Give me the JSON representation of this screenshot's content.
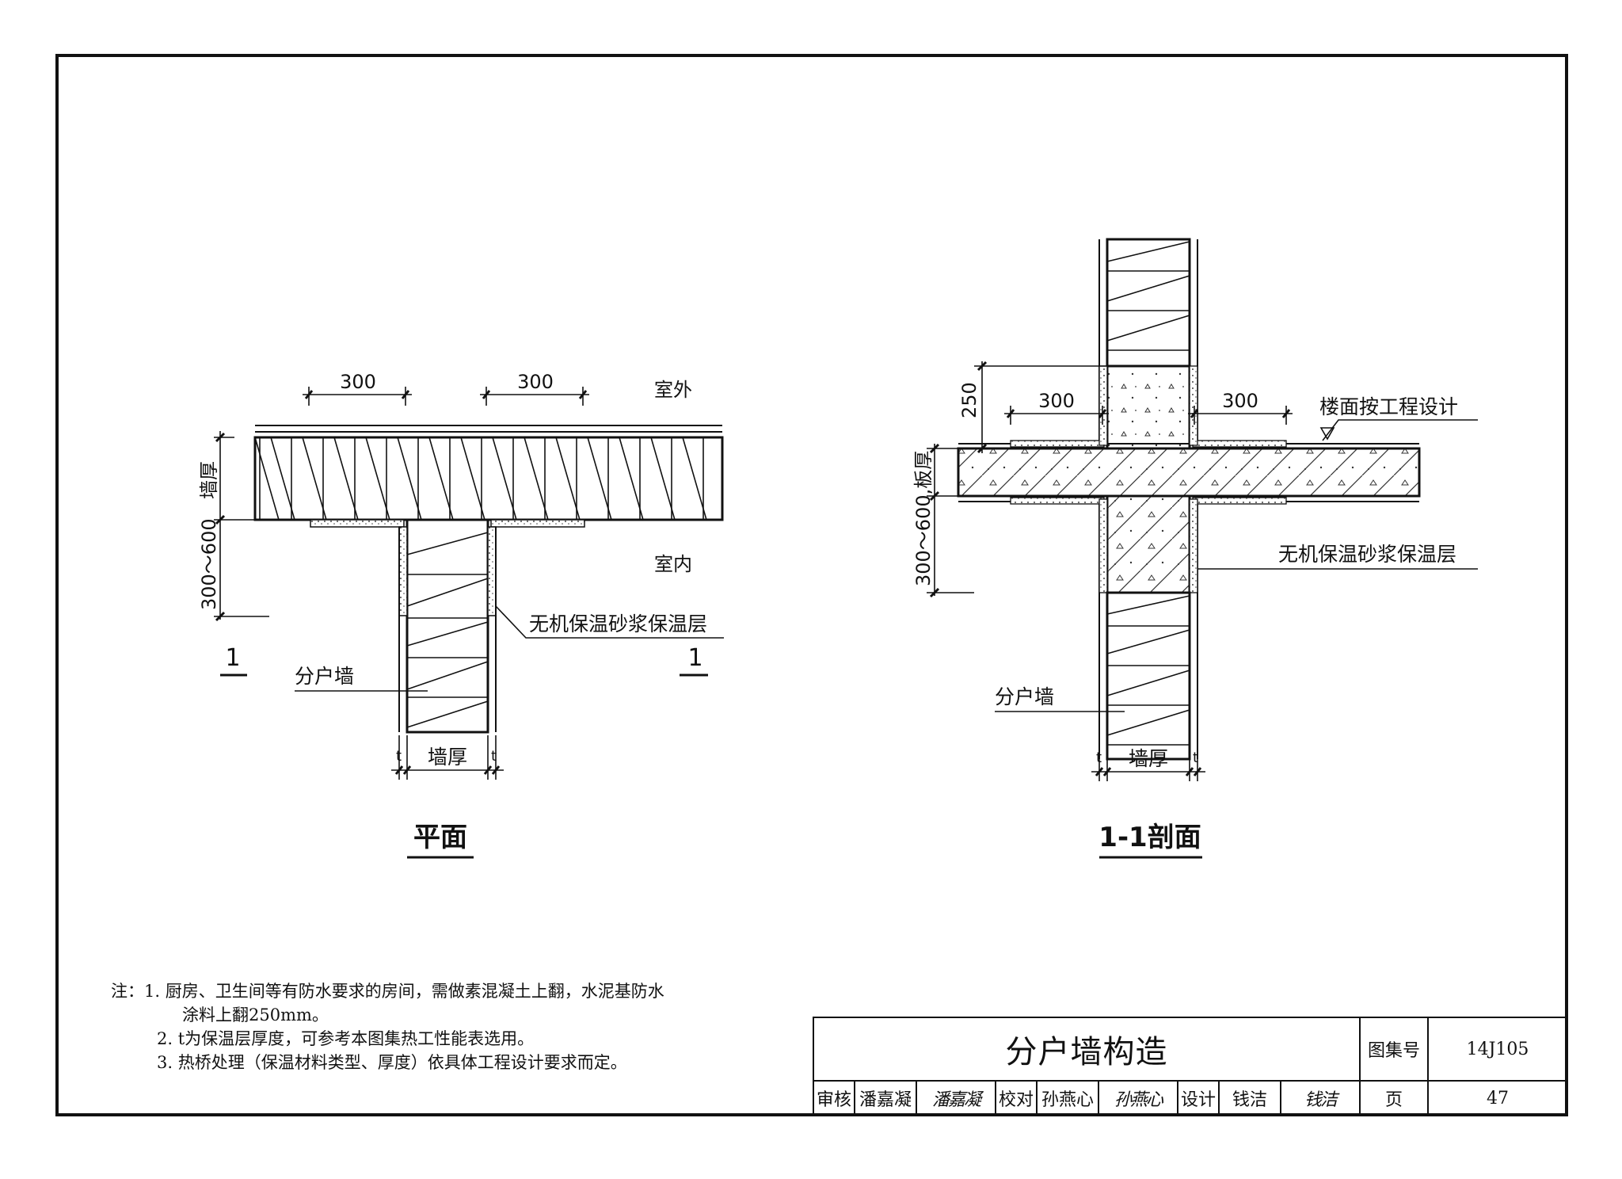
{
  "plan_view": {
    "dim_left": "300",
    "dim_right": "300",
    "outside": "室外",
    "inside": "室内",
    "wall_thickness": "墙厚",
    "range": "300～600",
    "insulation_label": "无机保温砂浆保温层",
    "party_wall_label": "分户墙",
    "section_mark": "1",
    "bottom_wall_thickness": "墙厚",
    "t_mark": "t",
    "caption": "平面"
  },
  "section_view": {
    "dim_250": "250",
    "dim_left": "300",
    "dim_right": "300",
    "floor_label": "楼面按工程设计",
    "slab_thickness": "300～600,板厚",
    "insulation_label": "无机保温砂浆保温层",
    "party_wall_label": "分户墙",
    "bottom_wall_thickness": "墙厚",
    "t_mark": "t",
    "caption": "1-1剖面"
  },
  "notes": {
    "prefix": "注：",
    "n1a": "1. 厨房、卫生间等有防水要求的房间，需做素混凝土上翻，水泥基防水",
    "n1b": "涂料上翻250mm。",
    "n2": "2. t为保温层厚度，可参考本图集热工性能表选用。",
    "n3": "3. 热桥处理（保温材料类型、厚度）依具体工程设计要求而定。"
  },
  "title_block": {
    "title": "分户墙构造",
    "atlas_label": "图集号",
    "atlas_no": "14J105",
    "review_label": "审核",
    "reviewer": "潘嘉凝",
    "reviewer_sig": "潘嘉凝",
    "check_label": "校对",
    "checker": "孙燕心",
    "checker_sig": "孙燕心",
    "design_label": "设计",
    "designer": "钱洁",
    "designer_sig": "钱洁",
    "page_label": "页",
    "page_no": "47"
  }
}
